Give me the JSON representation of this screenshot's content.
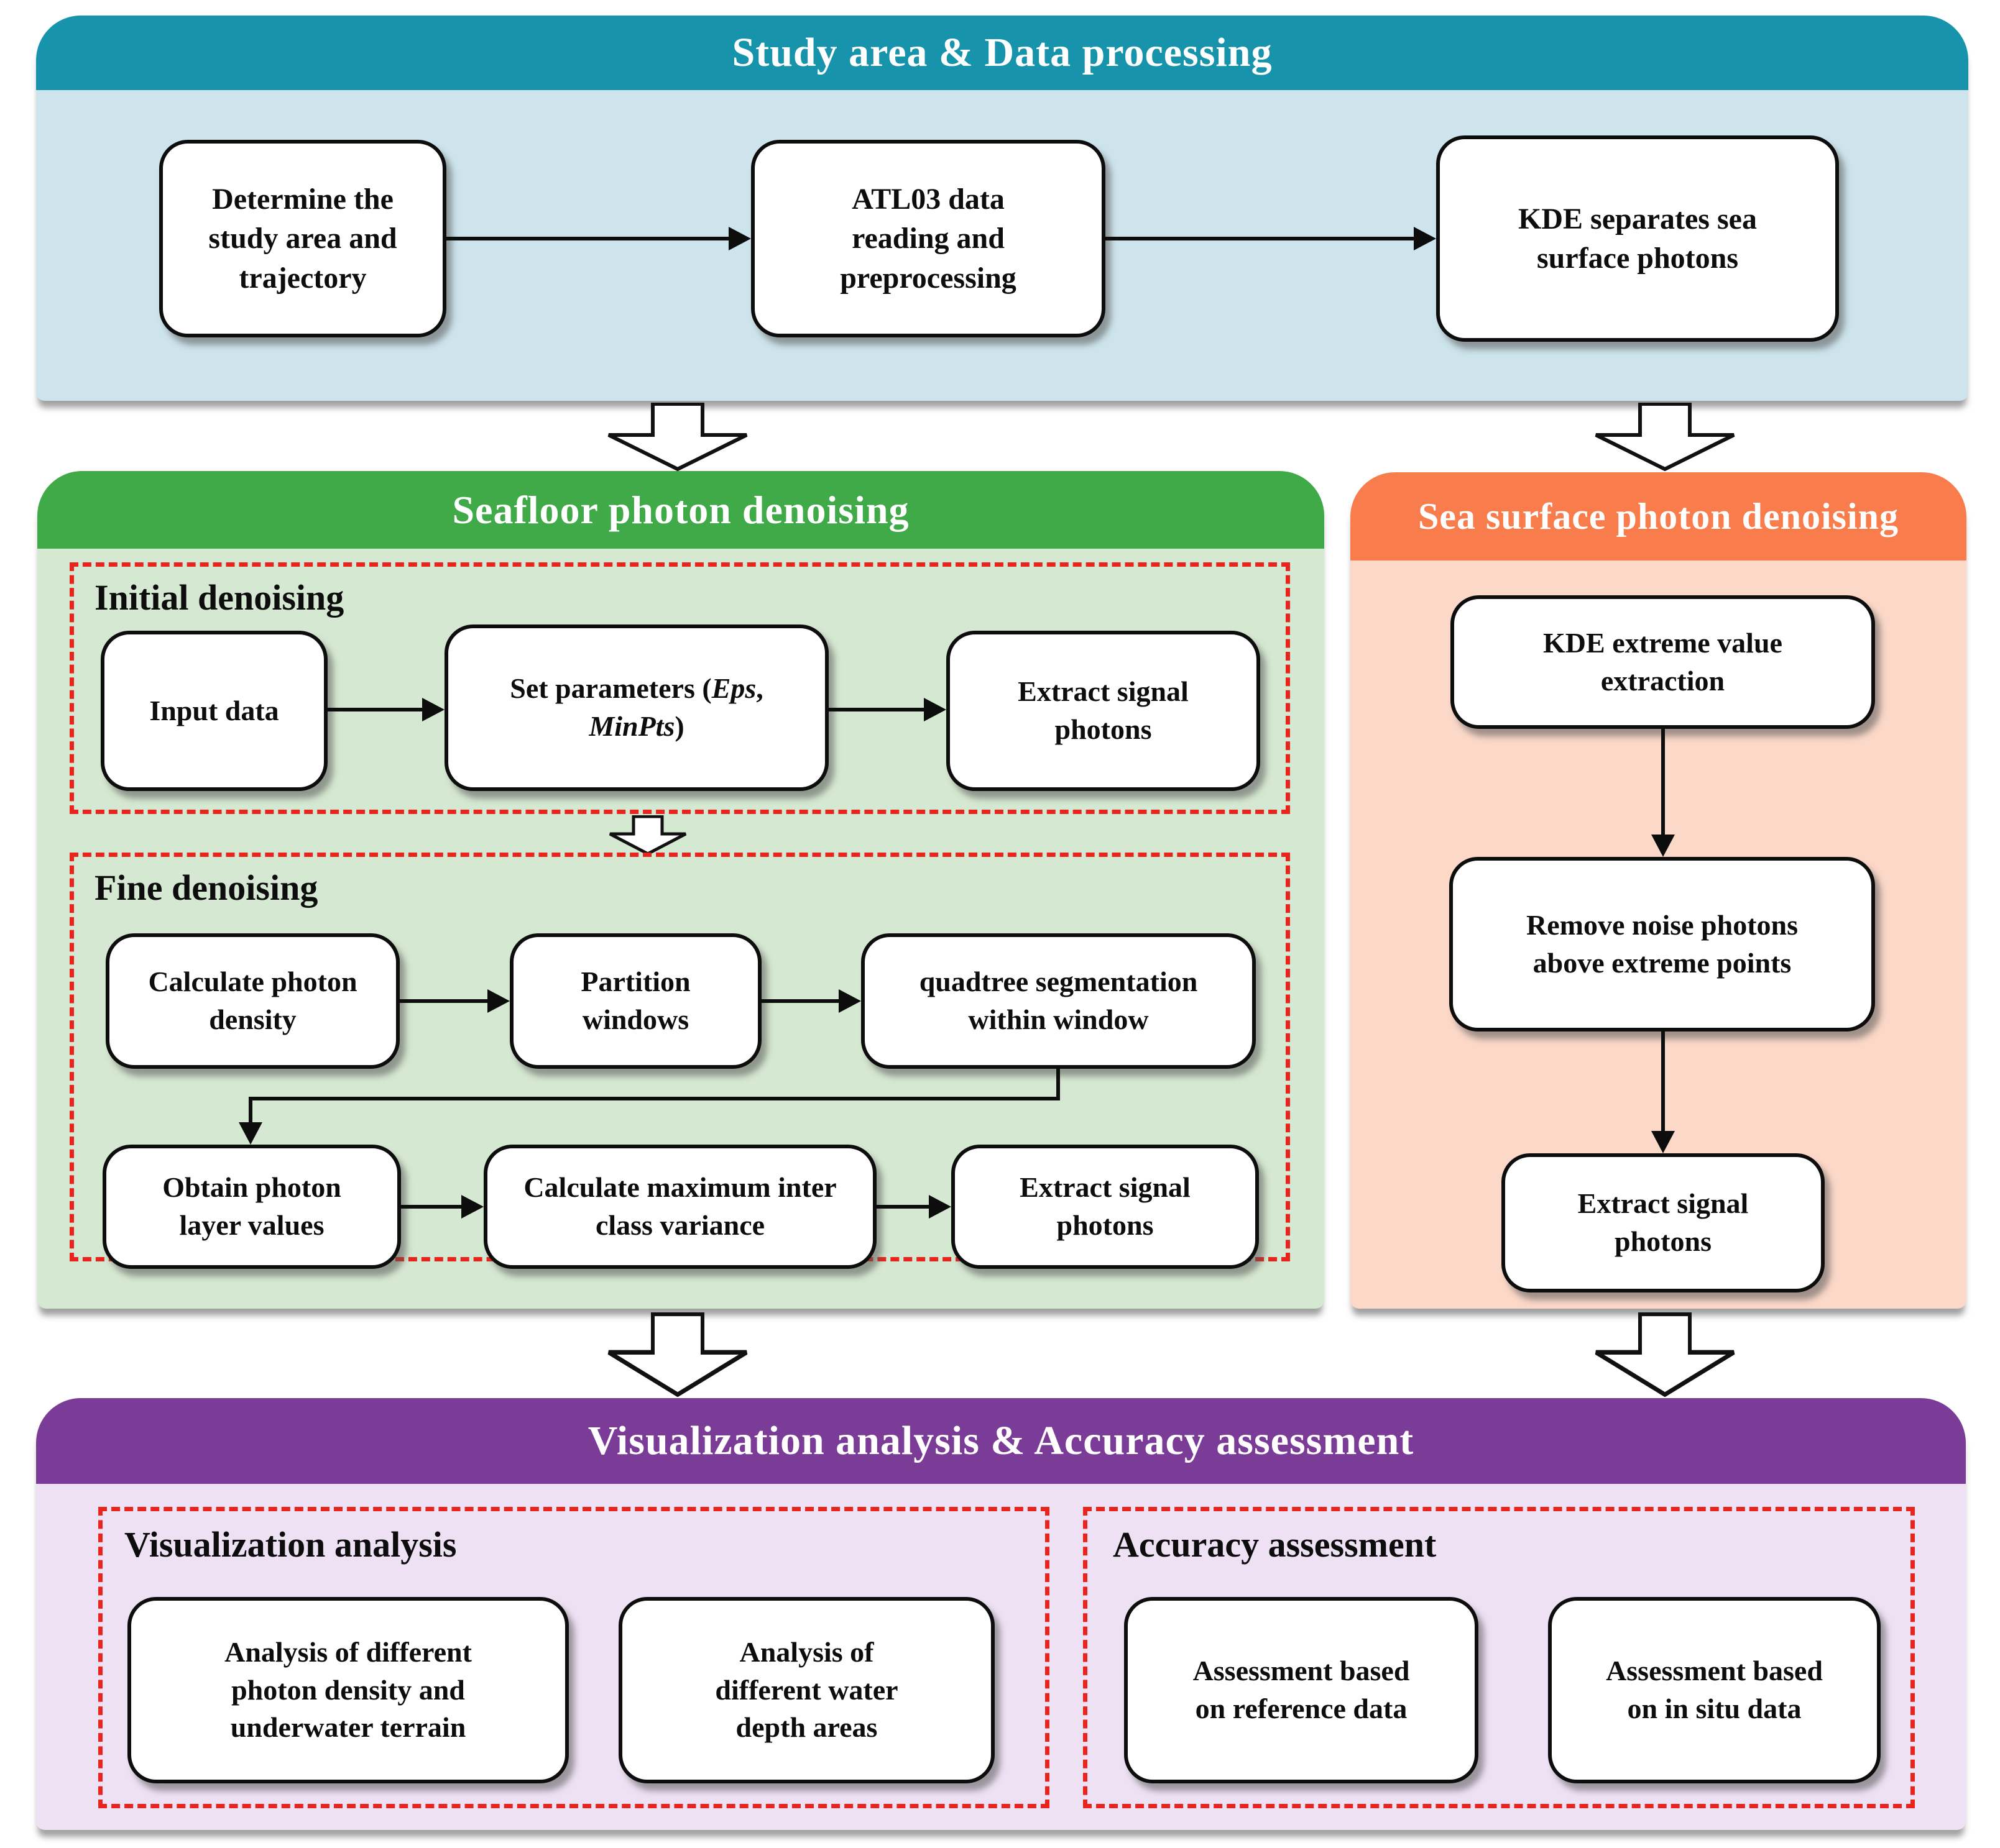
{
  "sections": {
    "study": {
      "title": "Study area & Data processing",
      "boxes": [
        {
          "text": "Determine the study area and trajectory"
        },
        {
          "text": "ATL03 data reading and preprocessing"
        },
        {
          "text": "KDE separates sea surface photons"
        }
      ]
    },
    "seafloor": {
      "title": "Seafloor photon denoising",
      "initial": {
        "title": "Initial denoising",
        "input_box": "Input data",
        "set_params": {
          "prefix": "Set parameters (",
          "eps": "Eps",
          "comma": ", ",
          "minpts": "MinPts",
          "suffix": ")"
        },
        "extract_box": "Extract signal photons"
      },
      "fine": {
        "title": "Fine denoising",
        "row1": [
          "Calculate photon density",
          "Partition windows",
          "quadtree segmentation within window"
        ],
        "row2": [
          "Obtain photon layer values",
          "Calculate maximum inter class variance",
          "Extract signal photons"
        ]
      }
    },
    "seasurface": {
      "title": "Sea surface photon denoising",
      "boxes": [
        "KDE extreme value extraction",
        "Remove noise photons above extreme points",
        "Extract signal photons"
      ]
    },
    "assessment": {
      "title": "Visualization analysis & Accuracy assessment",
      "visualization": {
        "title": "Visualization analysis",
        "boxes": [
          "Analysis of different photon density and underwater terrain",
          "Analysis of different water depth areas"
        ]
      },
      "accuracy": {
        "title": "Accuracy assessment",
        "boxes": [
          "Assessment based on reference data",
          "Assessment based on in situ data"
        ]
      }
    }
  },
  "colors": {
    "study_header": "#1794ab",
    "study_body": "#cde4ec",
    "seafloor_header": "#3faa47",
    "seafloor_body": "#d5e8d1",
    "seasurface_header": "#f97d4c",
    "seasurface_body": "#fbd8c8",
    "assessment_header": "#7b3c98",
    "assessment_body": "#eee1f4",
    "dashed_border": "#e8241d",
    "box_border": "#0d0d0d"
  }
}
